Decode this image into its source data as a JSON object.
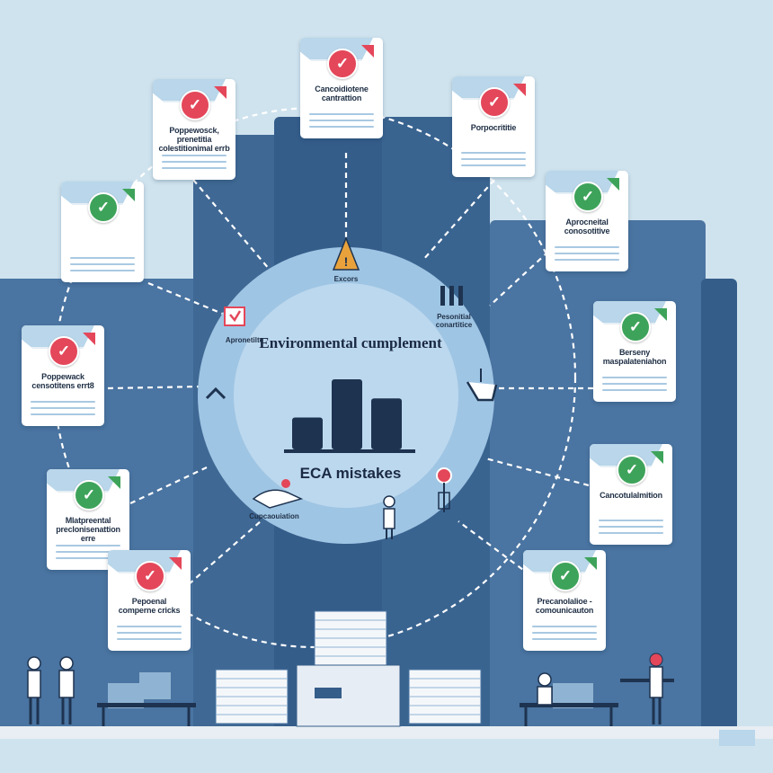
{
  "hub": {
    "title": "Environmental cumplement",
    "subtitle": "ECA mistakes",
    "bars_description": [
      1,
      2.2,
      1.6
    ],
    "labels": {
      "top": "Excors",
      "left": "Apronetilte",
      "right_upper": "Pesonitial conartitice",
      "left_lower": "Cupcaouiation"
    }
  },
  "cards": [
    {
      "id": "top-center",
      "label": "Cancoidiotene cantrattion",
      "status": "error"
    },
    {
      "id": "upper-left",
      "label": "Poppewosck, prenetitia colestitionimal errb",
      "status": "error"
    },
    {
      "id": "upper-right",
      "label": "Porpocrititie",
      "status": "error"
    },
    {
      "id": "left-1",
      "label": "",
      "status": "ok"
    },
    {
      "id": "right-1",
      "label": "Aprocneital conosotitive",
      "status": "ok"
    },
    {
      "id": "left-2",
      "label": "Poppewack censotitens errt8",
      "status": "error"
    },
    {
      "id": "right-2",
      "label": "Berseny maspalateniahon",
      "status": "ok"
    },
    {
      "id": "left-3",
      "label": "Mlatpreental preclonisenattion erre",
      "status": "ok"
    },
    {
      "id": "right-3",
      "label": "Cancotulalmition",
      "status": "ok"
    },
    {
      "id": "left-4",
      "label": "Pepoenal comperne cricks",
      "status": "error"
    },
    {
      "id": "right-4",
      "label": "Precanolalioe - comounicauton",
      "status": "ok"
    }
  ],
  "colors": {
    "background": "#cfe3ee",
    "panel": "#4a74a1",
    "panel_dark": "#355d8a",
    "hub_ring": "#9fc5e4",
    "hub_inner": "#bcd8ee",
    "bars": "#1e3350",
    "error": "#e4475a",
    "ok": "#3ea35a"
  },
  "icons": {
    "error": "x-mark-icon",
    "ok": "check-mark-icon",
    "warning": "warning-triangle-icon"
  }
}
